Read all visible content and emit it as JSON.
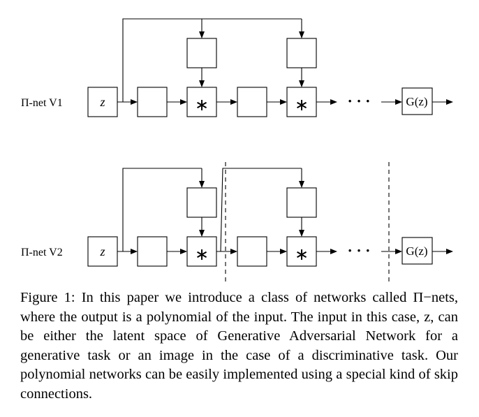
{
  "diagram": {
    "rows": [
      {
        "label": "Π-net V1",
        "input": "z",
        "multiply_symbol": "∗",
        "ellipsis": "· · ·",
        "output": "G(z)"
      },
      {
        "label": "Π-net V2",
        "input": "z",
        "multiply_symbol": "∗",
        "ellipsis": "· · ·",
        "output": "G(z)"
      }
    ]
  },
  "caption": {
    "text": "Figure 1: In this paper we introduce a class of networks called Π−nets, where the output is a polynomial of the input. The input in this case, z, can be either the latent space of Generative Adversarial Network for a generative task or an image in the case of a discriminative task. Our polynomial networks can be easily implemented using a special kind of skip connections."
  }
}
